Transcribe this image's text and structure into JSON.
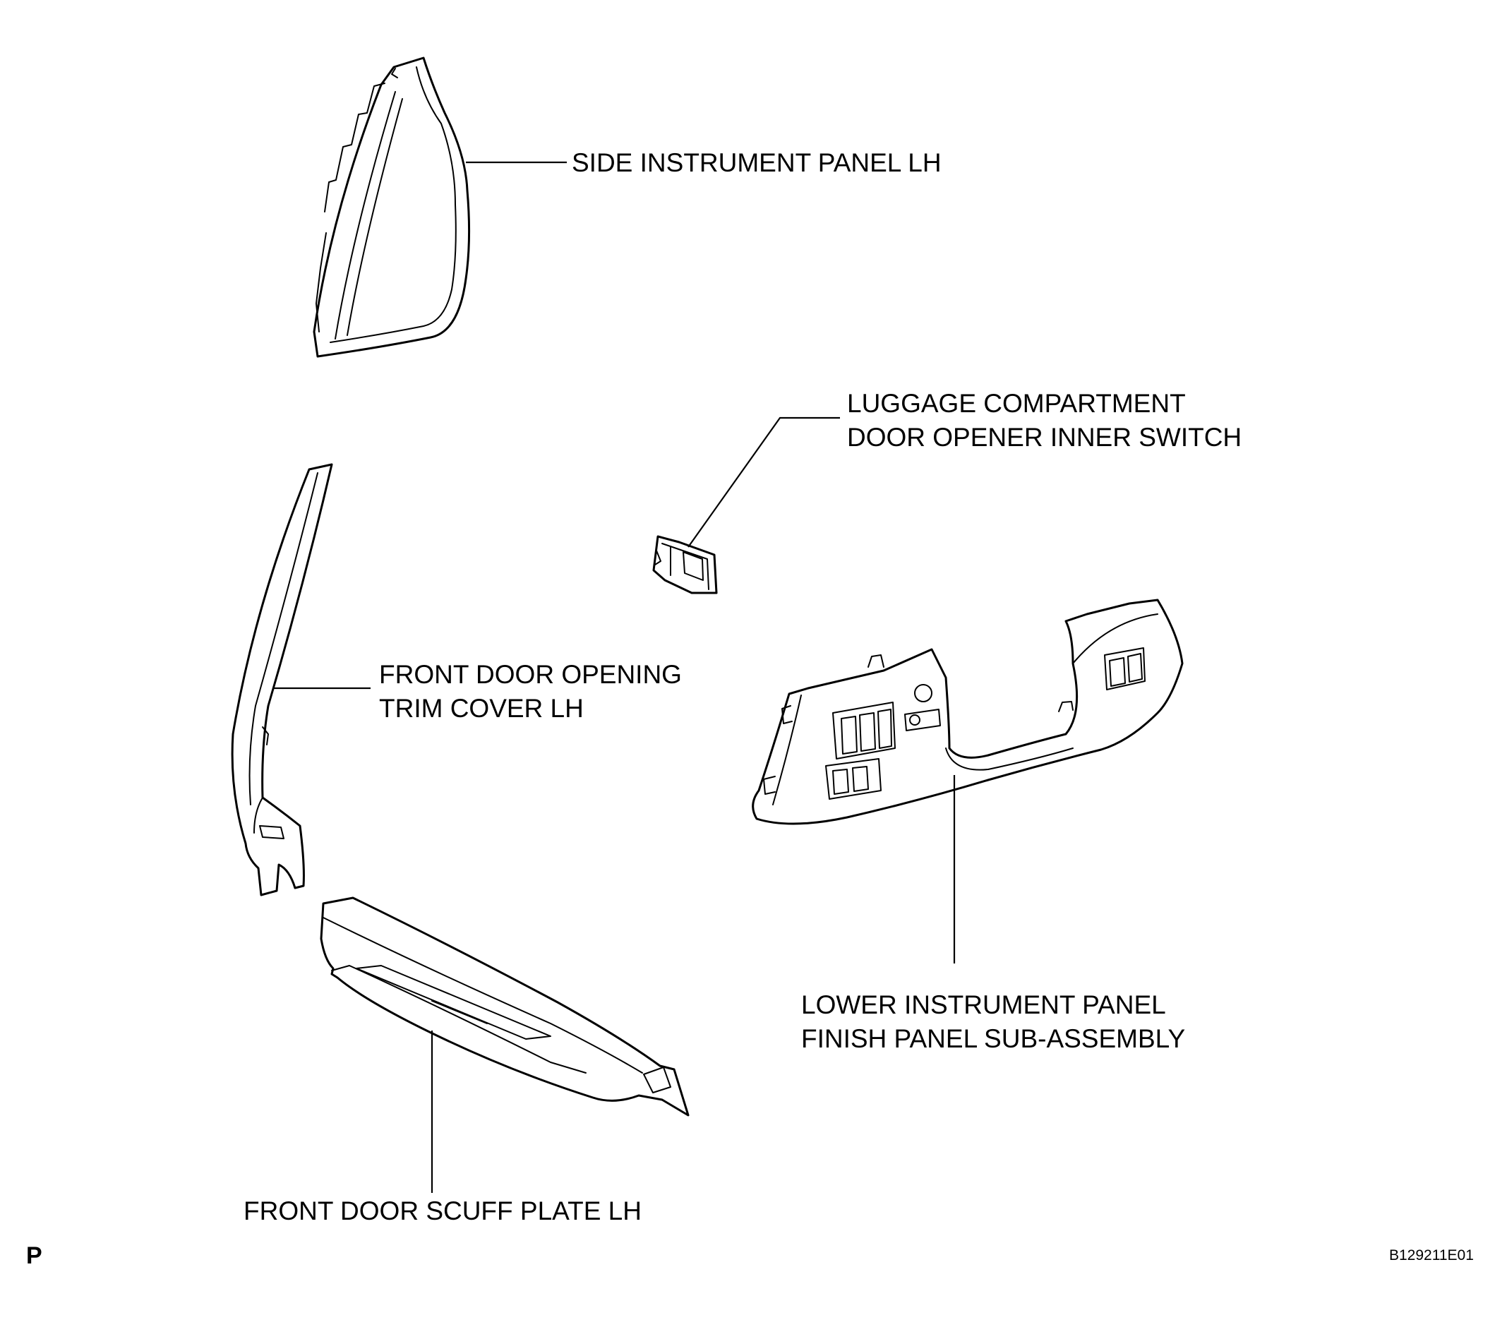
{
  "diagram": {
    "parts": [
      {
        "id": "side-instrument-panel-lh",
        "lines": [
          "SIDE INSTRUMENT PANEL LH"
        ]
      },
      {
        "id": "luggage-compartment-door-opener-inner-switch",
        "lines": [
          "LUGGAGE COMPARTMENT",
          "DOOR OPENER INNER SWITCH"
        ]
      },
      {
        "id": "front-door-opening-trim-cover-lh",
        "lines": [
          "FRONT DOOR OPENING",
          "TRIM COVER LH"
        ]
      },
      {
        "id": "lower-instrument-panel-finish-panel-sub-assembly",
        "lines": [
          "LOWER INSTRUMENT PANEL",
          "FINISH PANEL SUB-ASSEMBLY"
        ]
      },
      {
        "id": "front-door-scuff-plate-lh",
        "lines": [
          "FRONT DOOR SCUFF PLATE LH"
        ]
      }
    ],
    "corner_letter": "P",
    "figure_id": "B129211E01"
  },
  "colors": {
    "line": "#000000",
    "background": "#ffffff"
  }
}
